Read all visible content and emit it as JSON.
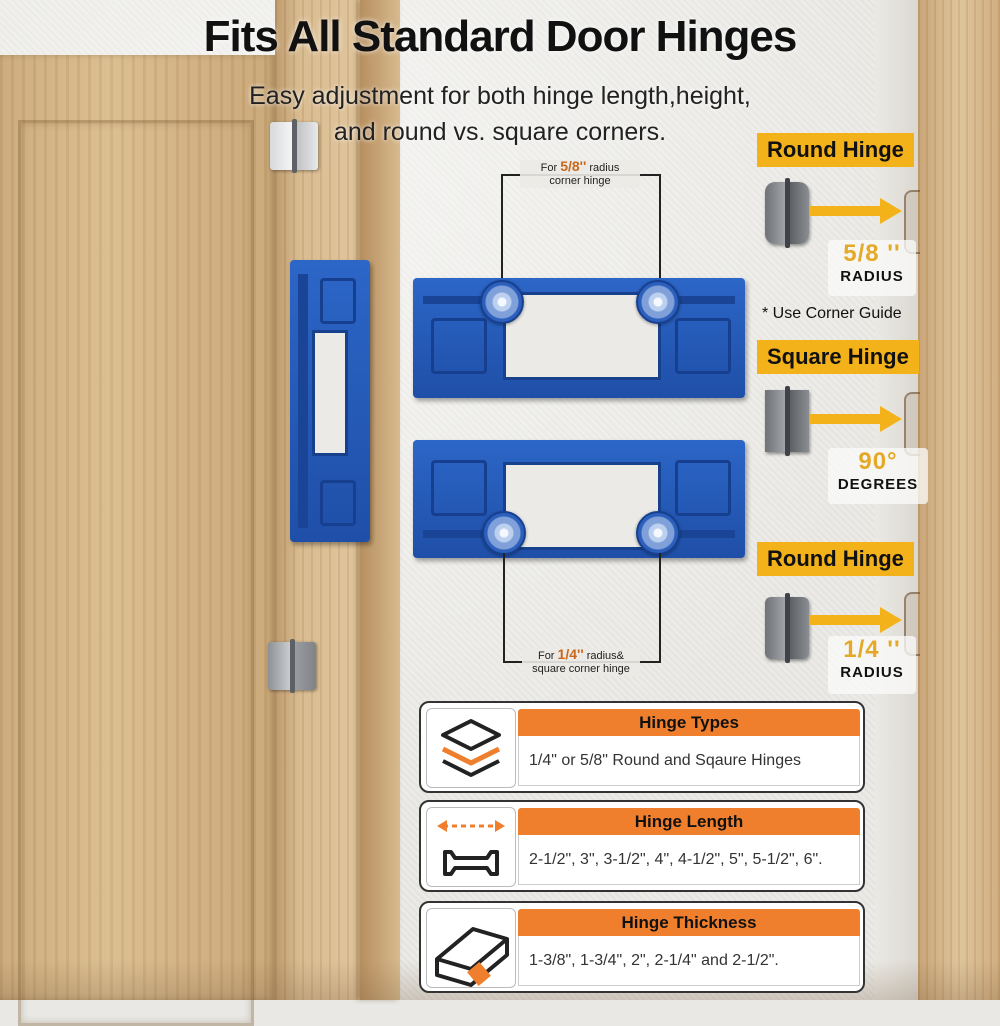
{
  "title": "Fits All Standard Door Hinges",
  "subtitle_line1": "Easy adjustment for both hinge length,height,",
  "subtitle_line2": "and round vs. square corners.",
  "callouts": {
    "top": {
      "prefix": "For",
      "size": "5/8''",
      "suffix": "radius",
      "line2": "corner hinge"
    },
    "bottom": {
      "prefix": "For",
      "size": "1/4''",
      "suffix": "radius&",
      "line2": "square corner hinge"
    }
  },
  "hinge_types": [
    {
      "label": "Round Hinge",
      "value": "5/8 ''",
      "unit": "RADIUS",
      "shape": "round"
    },
    {
      "label": "Square Hinge",
      "value": "90°",
      "unit": "DEGREES",
      "shape": "square"
    },
    {
      "label": "Round Hinge",
      "value": "1/4 ''",
      "unit": "RADIUS",
      "shape": "round"
    }
  ],
  "corner_note": "* Use Corner Guide",
  "cards": [
    {
      "heading": "Hinge Types",
      "text": "1/4\" or 5/8\" Round and Sqaure Hinges",
      "icon": "layers-icon"
    },
    {
      "heading": "Hinge Length",
      "text": "2-1/2\", 3\", 3-1/2\", 4\", 4-1/2\", 5\", 5-1/2\", 6\".",
      "icon": "length-icon"
    },
    {
      "heading": "Hinge Thickness",
      "text": "1-3/8\", 1-3/4\", 2\", 2-1/4\" and 2-1/2\".",
      "icon": "thickness-icon"
    }
  ],
  "colors": {
    "accent_yellow": "#f4b21a",
    "accent_orange": "#f07f2d",
    "jig_blue": "#2c66c7"
  }
}
